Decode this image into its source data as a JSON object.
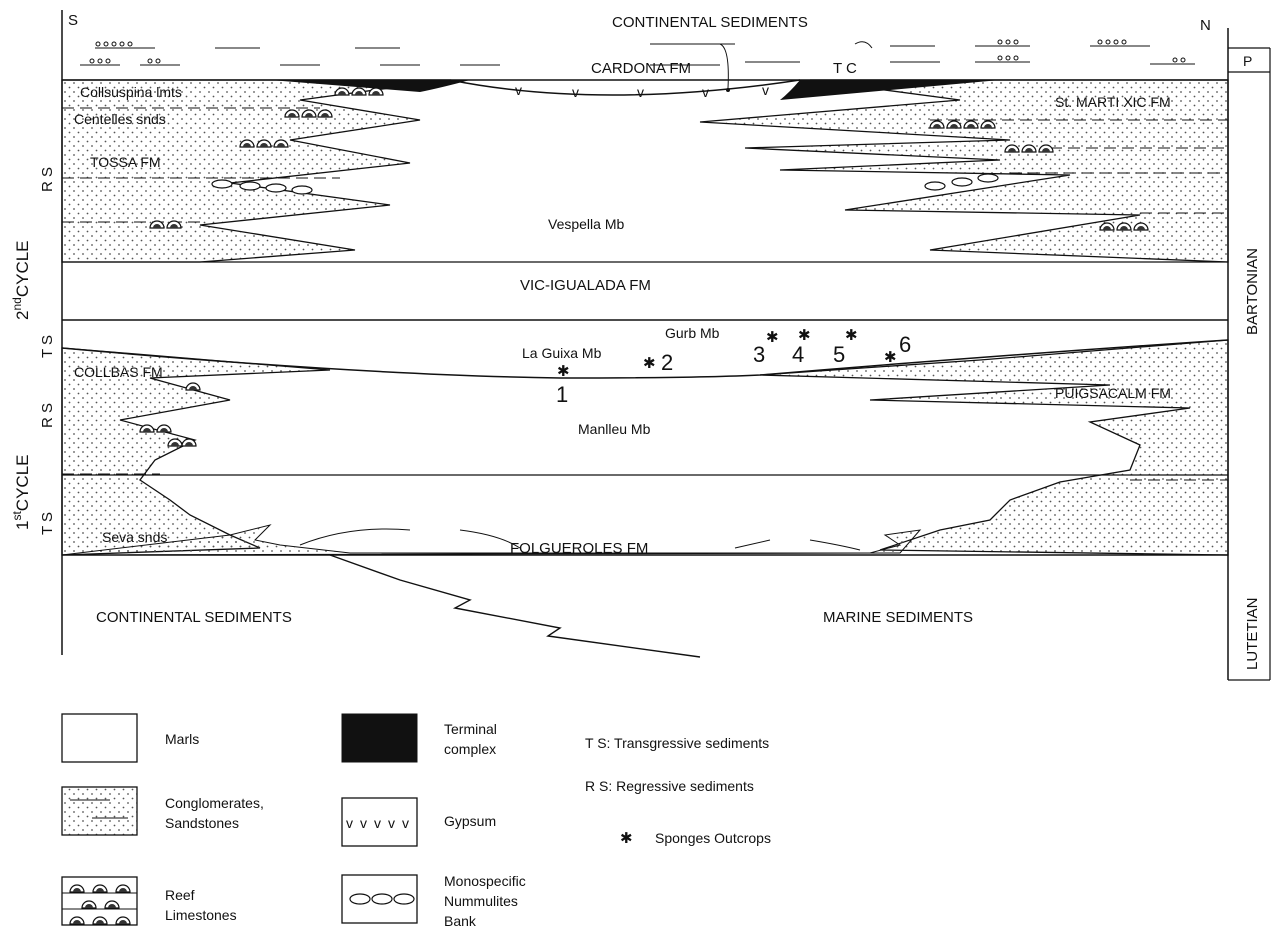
{
  "orientation": {
    "south": "S",
    "north": "N"
  },
  "stages": {
    "p": "P",
    "bartonian": "BARTONIAN",
    "lutetian": "LUTETIAN"
  },
  "cycles": {
    "second": {
      "main": "2",
      "sup": "nd",
      "rest": "CYCLE",
      "rs": "R S",
      "ts": "T S"
    },
    "first": {
      "main": "1",
      "sup": "st",
      "rest": "CYCLE",
      "rs": "R S",
      "ts": "T S"
    }
  },
  "units": {
    "continental_top": "CONTINENTAL SEDIMENTS",
    "cardona": "CARDONA FM",
    "tc": "T C",
    "collsuspina": "Collsuspina lmts",
    "centelles": "Centelles snds",
    "st_marti": "St. MARTI XIC FM",
    "tossa": "TOSSA FM",
    "vespella": "Vespella Mb",
    "vic_igualada": "VIC-IGUALADA FM",
    "gurb": "Gurb Mb",
    "la_guixa": "La Guixa Mb",
    "collbas": "COLLBAS FM",
    "puigsacalm": "PUIGSACALM FM",
    "manlleu": "Manlleu Mb",
    "seva": "Seva snds",
    "folgueroles": "FOLGUEROLES FM",
    "continental_bottom": "CONTINENTAL SEDIMENTS",
    "marine_bottom": "MARINE SEDIMENTS"
  },
  "sponge_sites": [
    "1",
    "2",
    "3",
    "4",
    "5",
    "6"
  ],
  "legend": {
    "marls": "Marls",
    "terminal_1": "Terminal",
    "terminal_2": "complex",
    "conglom_1": "Conglomerates,",
    "conglom_2": "Sandstones",
    "gypsum": "Gypsum",
    "reef_1": "Reef",
    "reef_2": "Limestones",
    "nummu_1": "Monospecific",
    "nummu_2": "Nummulites",
    "nummu_3": "Bank",
    "ts_def": "T S: Transgressive sediments",
    "rs_def": "R S: Regressive sediments",
    "sponges": "Sponges Outcrops"
  },
  "symbols": {
    "sponge_glyph": "✱",
    "gypsum_glyph": "v"
  }
}
